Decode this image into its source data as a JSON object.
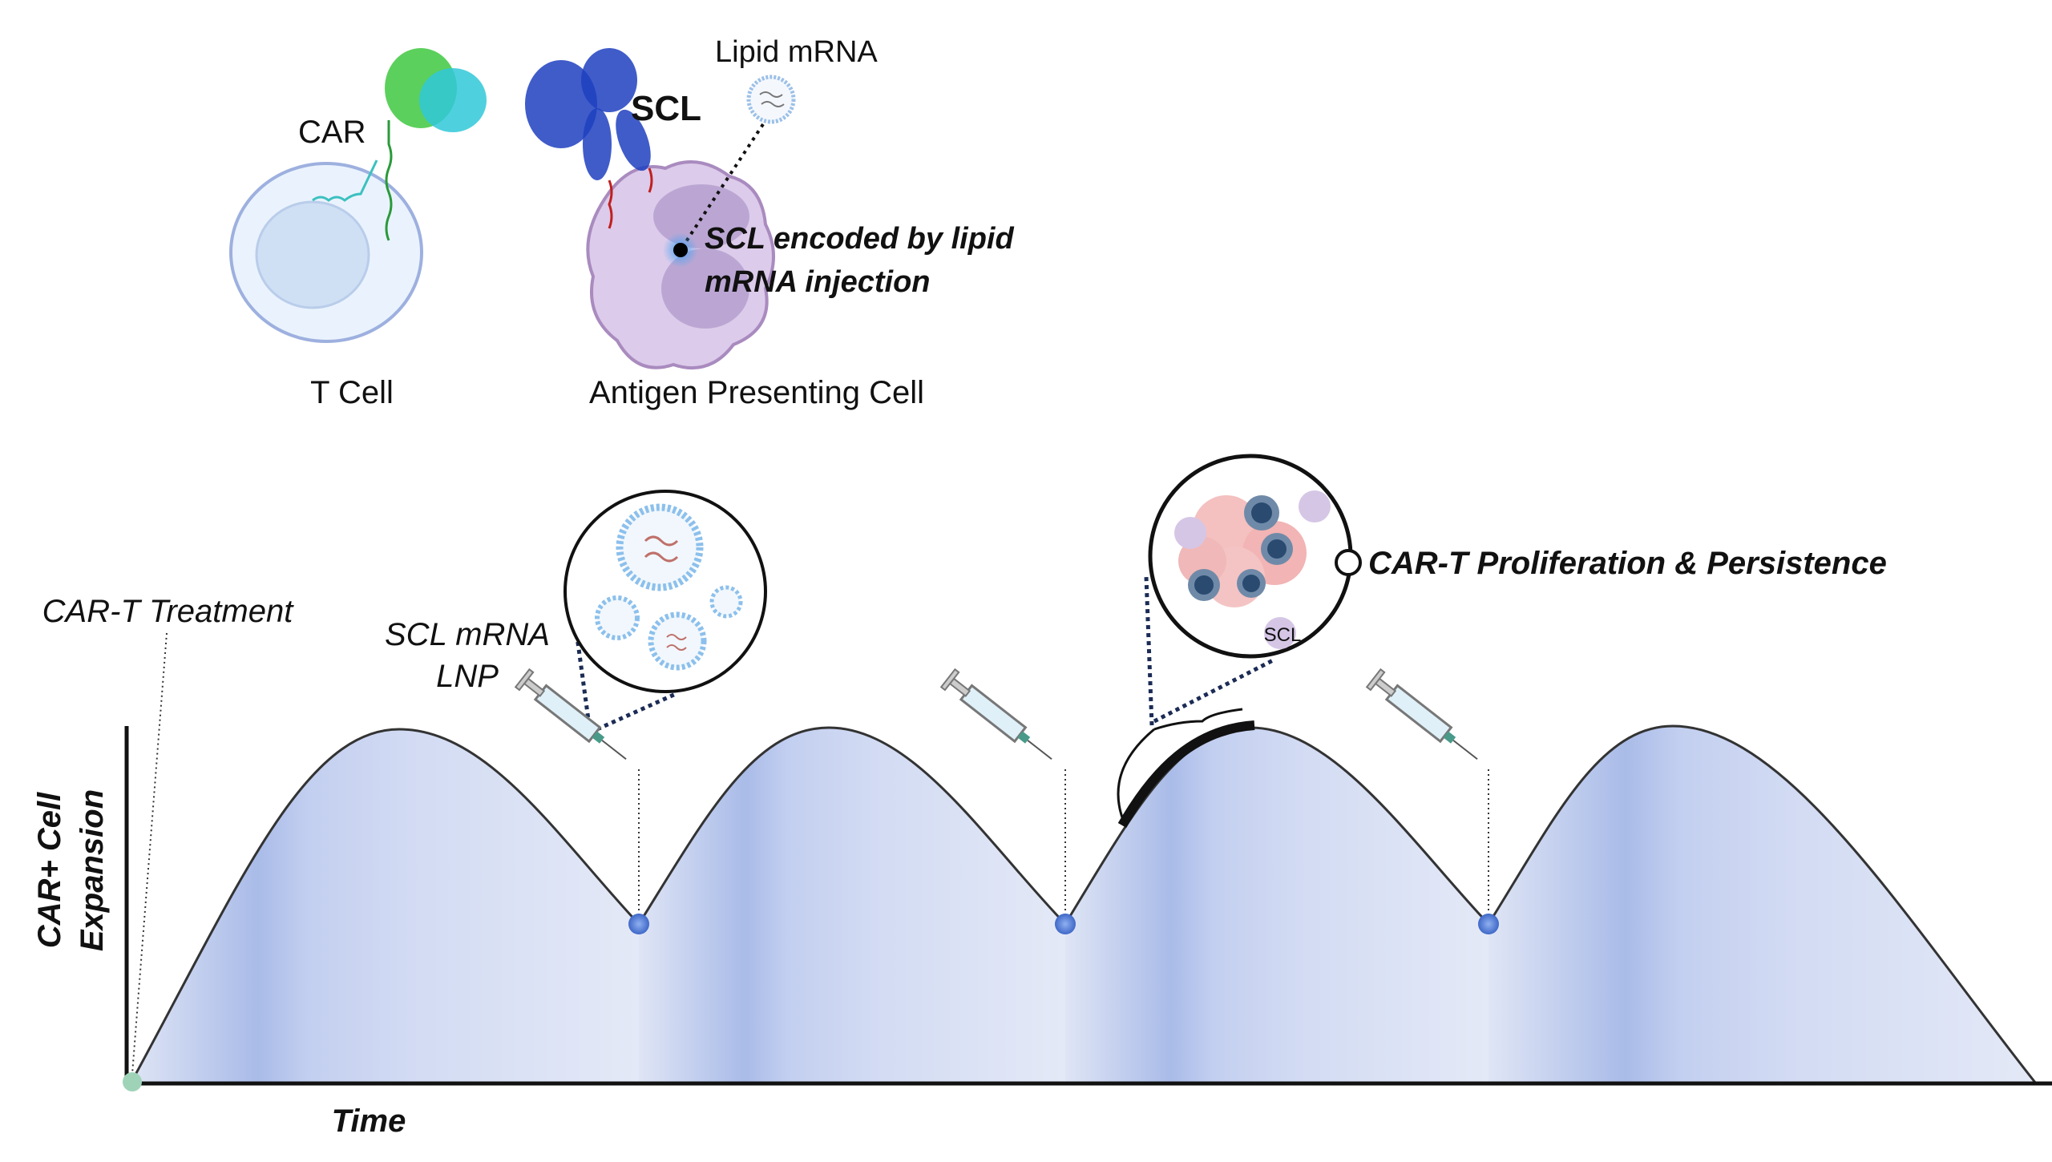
{
  "top_panel": {
    "car_label": "CAR",
    "scl_label": "SCL",
    "lipid_label": "Lipid mRNA",
    "scl_encoded_line1": "SCL encoded by lipid",
    "scl_encoded_line2": "mRNA injection",
    "t_cell_label": "T Cell",
    "apc_label": "Antigen Presenting Cell"
  },
  "timeline": {
    "treatment_label": "CAR-T Treatment",
    "lnp_line1": "SCL mRNA",
    "lnp_line2": "LNP",
    "proliferation_label": "CAR-T Proliferation & Persistence",
    "inset_scl_label": "SCL",
    "y_axis_label_line1": "CAR+ Cell",
    "y_axis_label_line2": "Expansion",
    "x_axis_label": "Time",
    "injection_count": 3,
    "expansion_peaks": 4
  },
  "colors": {
    "hill_light": "#dfe5f5",
    "hill_dark": "#9fb3e6",
    "t_cell": "#e8f1fc",
    "apc": "#dccbea",
    "dose_dot": "#5b82d8"
  }
}
